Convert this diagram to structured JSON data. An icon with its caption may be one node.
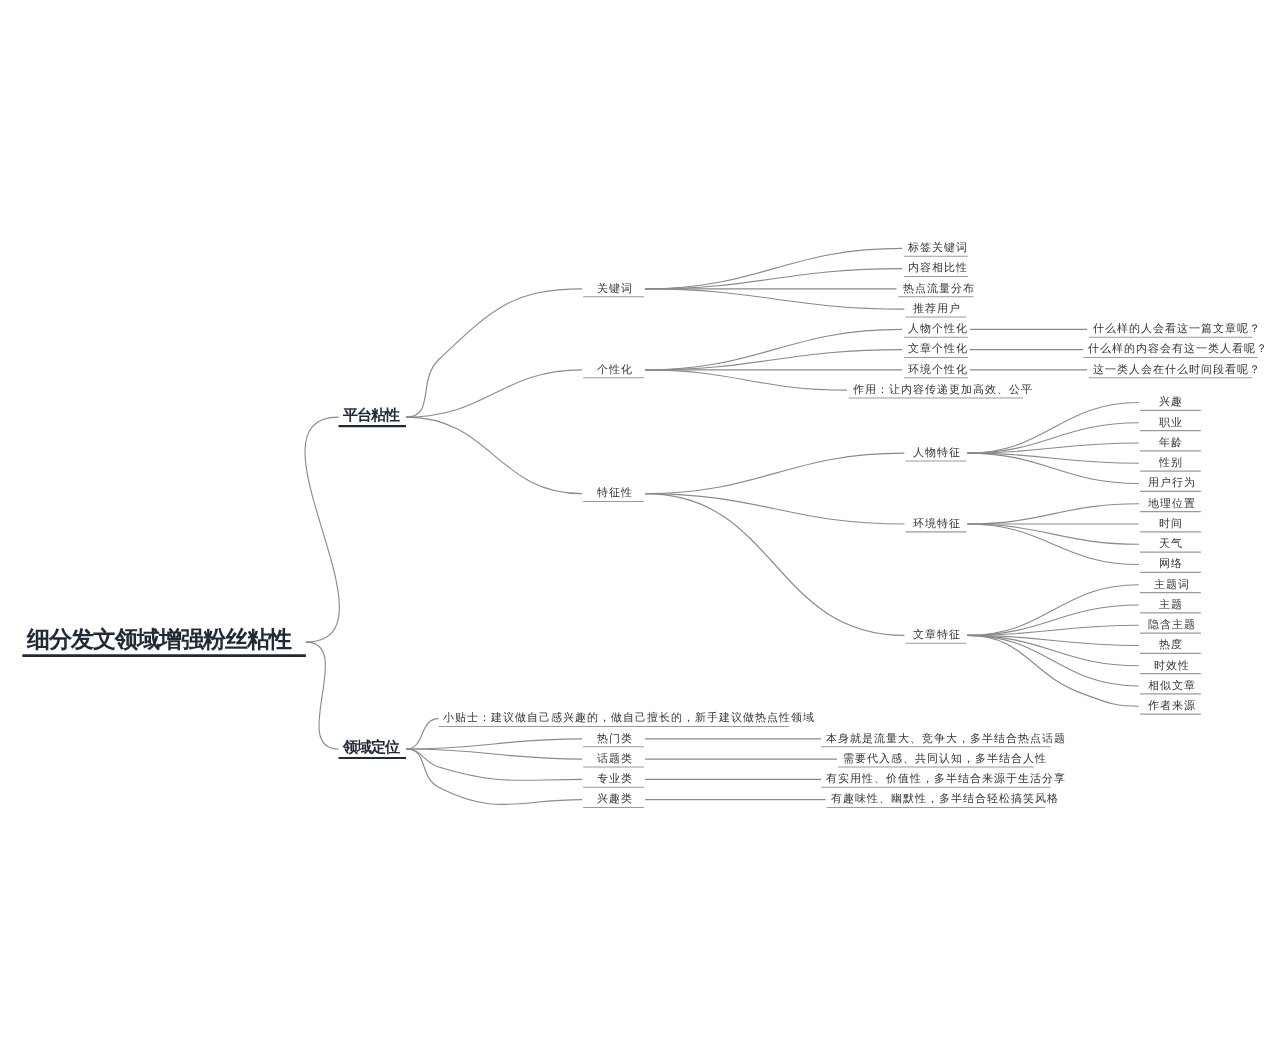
{
  "diagram": {
    "nodes": [
      {
        "text": [
          "细分发文领域增强粉丝粘性"
        ]
      },
      {
        "text": [
          "平台粘性"
        ]
      },
      {
        "text": [
          "关键词"
        ]
      },
      {
        "text": [
          "标签关键词"
        ]
      },
      {
        "text": [
          "内容相比性"
        ]
      },
      {
        "text": [
          "热点流量分布"
        ]
      },
      {
        "text": [
          "推荐用户"
        ]
      },
      {
        "text": [
          "个性化"
        ]
      },
      {
        "text": [
          "人物个性化"
        ]
      },
      {
        "text": [
          "什么样的人会看这一篇文章呢？"
        ]
      },
      {
        "text": [
          "文章个性化"
        ]
      },
      {
        "text": [
          "什么样的内容会有这一类人看呢？"
        ]
      },
      {
        "text": [
          "环境个性化"
        ]
      },
      {
        "text": [
          "这一类人会在什么时间段看呢？"
        ]
      },
      {
        "text": [
          "作用：让内容传递更加高效、公平"
        ]
      },
      {
        "text": [
          "特征性"
        ]
      },
      {
        "text": [
          "人物特征"
        ]
      },
      {
        "text": [
          "兴趣"
        ]
      },
      {
        "text": [
          "职业"
        ]
      },
      {
        "text": [
          "年龄"
        ]
      },
      {
        "text": [
          "性别"
        ]
      },
      {
        "text": [
          "用户行为"
        ]
      },
      {
        "text": [
          "环境特征"
        ]
      },
      {
        "text": [
          "地理位置"
        ]
      },
      {
        "text": [
          "时间"
        ]
      },
      {
        "text": [
          "天气"
        ]
      },
      {
        "text": [
          "网络"
        ]
      },
      {
        "text": [
          "文章特征"
        ]
      },
      {
        "text": [
          "主题词"
        ]
      },
      {
        "text": [
          "主题"
        ]
      },
      {
        "text": [
          "隐含主题"
        ]
      },
      {
        "text": [
          "热度"
        ]
      },
      {
        "text": [
          "时效性"
        ]
      },
      {
        "text": [
          "相似文章"
        ]
      },
      {
        "text": [
          "作者来源"
        ]
      },
      {
        "text": [
          "领域定位"
        ]
      },
      {
        "text": [
          "小贴士：建议做自己感兴趣的，做自己擅长的，新手建议做热点性领域"
        ]
      },
      {
        "text": [
          "热门类"
        ]
      },
      {
        "text": [
          "本身就是流量大、竞争大，多半结合热点话题"
        ]
      },
      {
        "text": [
          "话题类"
        ]
      },
      {
        "text": [
          "需要代入感、共同认知，多半结合人性"
        ]
      },
      {
        "text": [
          "专业类"
        ]
      },
      {
        "text": [
          "有实用性、价值性，多半结合来源于生活分享"
        ]
      },
      {
        "text": [
          "兴趣类"
        ]
      },
      {
        "text": [
          "有趣味性、幽默性，多半结合轻松搞笑风格"
        ]
      }
    ],
    "edges": [
      {
        "from": 0,
        "to": 1,
        "arrow": "none"
      },
      {
        "from": 1,
        "to": 2,
        "arrow": "none"
      },
      {
        "from": 2,
        "to": 3,
        "arrow": "none"
      },
      {
        "from": 2,
        "to": 4,
        "arrow": "none"
      },
      {
        "from": 2,
        "to": 5,
        "arrow": "none"
      },
      {
        "from": 2,
        "to": 6,
        "arrow": "none"
      },
      {
        "from": 1,
        "to": 7,
        "arrow": "none"
      },
      {
        "from": 7,
        "to": 8,
        "arrow": "none"
      },
      {
        "from": 8,
        "to": 9,
        "arrow": "none"
      },
      {
        "from": 7,
        "to": 10,
        "arrow": "none"
      },
      {
        "from": 10,
        "to": 11,
        "arrow": "none"
      },
      {
        "from": 7,
        "to": 12,
        "arrow": "none"
      },
      {
        "from": 12,
        "to": 13,
        "arrow": "none"
      },
      {
        "from": 7,
        "to": 14,
        "arrow": "none"
      },
      {
        "from": 1,
        "to": 15,
        "arrow": "none"
      },
      {
        "from": 15,
        "to": 16,
        "arrow": "none"
      },
      {
        "from": 16,
        "to": 17,
        "arrow": "none"
      },
      {
        "from": 16,
        "to": 18,
        "arrow": "none"
      },
      {
        "from": 16,
        "to": 19,
        "arrow": "none"
      },
      {
        "from": 16,
        "to": 20,
        "arrow": "none"
      },
      {
        "from": 16,
        "to": 21,
        "arrow": "none"
      },
      {
        "from": 15,
        "to": 22,
        "arrow": "none"
      },
      {
        "from": 22,
        "to": 23,
        "arrow": "none"
      },
      {
        "from": 22,
        "to": 24,
        "arrow": "none"
      },
      {
        "from": 22,
        "to": 25,
        "arrow": "none"
      },
      {
        "from": 22,
        "to": 26,
        "arrow": "none"
      },
      {
        "from": 15,
        "to": 27,
        "arrow": "none"
      },
      {
        "from": 27,
        "to": 28,
        "arrow": "none"
      },
      {
        "from": 27,
        "to": 29,
        "arrow": "none"
      },
      {
        "from": 27,
        "to": 30,
        "arrow": "none"
      },
      {
        "from": 27,
        "to": 31,
        "arrow": "none"
      },
      {
        "from": 27,
        "to": 32,
        "arrow": "none"
      },
      {
        "from": 27,
        "to": 33,
        "arrow": "none"
      },
      {
        "from": 27,
        "to": 34,
        "arrow": "none"
      },
      {
        "from": 0,
        "to": 35,
        "arrow": "none"
      },
      {
        "from": 35,
        "to": 36,
        "arrow": "none"
      },
      {
        "from": 35,
        "to": 37,
        "arrow": "none"
      },
      {
        "from": 37,
        "to": 38,
        "arrow": "none"
      },
      {
        "from": 35,
        "to": 39,
        "arrow": "none"
      },
      {
        "from": 39,
        "to": 40,
        "arrow": "none"
      },
      {
        "from": 35,
        "to": 41,
        "arrow": "none"
      },
      {
        "from": 41,
        "to": 42,
        "arrow": "none"
      },
      {
        "from": 35,
        "to": 43,
        "arrow": "none"
      },
      {
        "from": 43,
        "to": 44,
        "arrow": "none"
      }
    ]
  }
}
